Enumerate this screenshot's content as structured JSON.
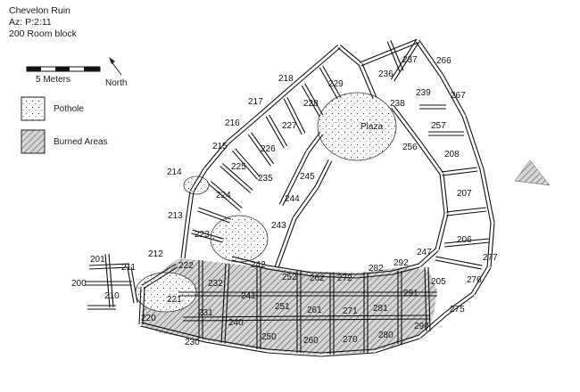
{
  "header": {
    "site_name": "Chevelon Ruin",
    "site_number": "Az: P:2:11",
    "block_name": "200 Room block"
  },
  "scale": {
    "label": "5 Meters"
  },
  "north": {
    "label": "North"
  },
  "legend": {
    "pothole_label": "Pothole",
    "burned_label": "Burned Areas"
  },
  "plaza": {
    "label": "Plaza"
  },
  "rooms": [
    {
      "id": "200"
    },
    {
      "id": "201"
    },
    {
      "id": "205"
    },
    {
      "id": "206"
    },
    {
      "id": "207"
    },
    {
      "id": "208"
    },
    {
      "id": "210"
    },
    {
      "id": "211"
    },
    {
      "id": "212"
    },
    {
      "id": "213"
    },
    {
      "id": "214"
    },
    {
      "id": "215"
    },
    {
      "id": "216"
    },
    {
      "id": "217"
    },
    {
      "id": "218"
    },
    {
      "id": "220"
    },
    {
      "id": "221"
    },
    {
      "id": "222"
    },
    {
      "id": "223"
    },
    {
      "id": "224"
    },
    {
      "id": "225"
    },
    {
      "id": "226"
    },
    {
      "id": "227"
    },
    {
      "id": "228"
    },
    {
      "id": "229"
    },
    {
      "id": "230"
    },
    {
      "id": "231"
    },
    {
      "id": "232"
    },
    {
      "id": "235"
    },
    {
      "id": "236"
    },
    {
      "id": "237"
    },
    {
      "id": "238"
    },
    {
      "id": "239"
    },
    {
      "id": "240"
    },
    {
      "id": "241"
    },
    {
      "id": "242"
    },
    {
      "id": "243"
    },
    {
      "id": "244"
    },
    {
      "id": "245"
    },
    {
      "id": "247"
    },
    {
      "id": "250"
    },
    {
      "id": "251"
    },
    {
      "id": "252"
    },
    {
      "id": "256"
    },
    {
      "id": "257"
    },
    {
      "id": "260"
    },
    {
      "id": "261"
    },
    {
      "id": "262"
    },
    {
      "id": "266"
    },
    {
      "id": "267"
    },
    {
      "id": "270"
    },
    {
      "id": "271"
    },
    {
      "id": "272"
    },
    {
      "id": "275"
    },
    {
      "id": "276"
    },
    {
      "id": "277"
    },
    {
      "id": "280"
    },
    {
      "id": "281"
    },
    {
      "id": "282"
    },
    {
      "id": "290"
    },
    {
      "id": "291"
    },
    {
      "id": "292"
    }
  ]
}
